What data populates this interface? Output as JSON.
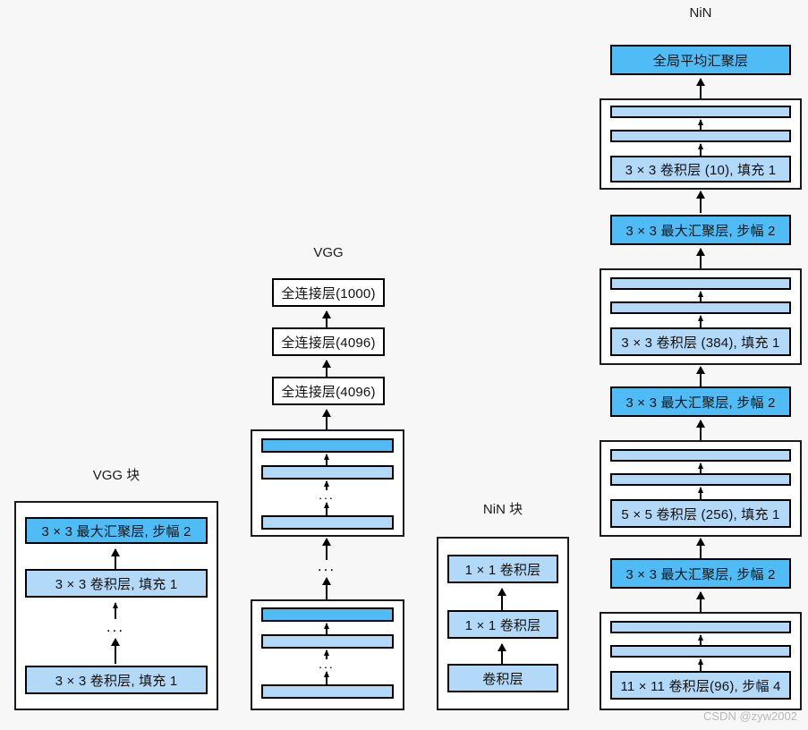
{
  "figure": {
    "background_color": "#f7f7f7",
    "palette": {
      "dark_blue": "#4fbcf5",
      "light_blue": "#b3d9f9",
      "white": "#ffffff",
      "stroke": "#000000",
      "watermark": "#b9b9b9"
    },
    "watermark": "CSDN @zyw2002"
  },
  "vgg_block": {
    "title": "VGG 块",
    "ellipsis": "...",
    "layers": [
      {
        "label": "3 × 3 最大汇聚层, 步幅 2",
        "fill": "dark"
      },
      {
        "label": "3 × 3 卷积层, 填充 1",
        "fill": "light"
      },
      {
        "label": "3 × 3 卷积层, 填充 1",
        "fill": "light"
      }
    ]
  },
  "vgg": {
    "title": "VGG",
    "ellipsis": "...",
    "fc_layers": [
      {
        "label": "全连接层(1000)",
        "fill": "white"
      },
      {
        "label": "全连接层(4096)",
        "fill": "white"
      },
      {
        "label": "全连接层(4096)",
        "fill": "white"
      }
    ],
    "blocks": [
      {
        "name": "upper-vgg-block",
        "bars": [
          {
            "label": "",
            "fill": "dark"
          },
          {
            "label": "",
            "fill": "light"
          },
          {
            "label": "",
            "fill": "light"
          }
        ]
      },
      {
        "name": "lower-vgg-block",
        "bars": [
          {
            "label": "",
            "fill": "dark"
          },
          {
            "label": "",
            "fill": "light"
          },
          {
            "label": "",
            "fill": "light"
          }
        ]
      }
    ]
  },
  "nin_block": {
    "title": "NiN 块",
    "layers": [
      {
        "label": "1 × 1 卷积层",
        "fill": "light"
      },
      {
        "label": "1 × 1 卷积层",
        "fill": "light"
      },
      {
        "label": "卷积层",
        "fill": "light"
      }
    ]
  },
  "nin": {
    "title": "NiN",
    "stack": [
      {
        "kind": "node",
        "label": "全局平均汇聚层",
        "fill": "dark"
      },
      {
        "kind": "block",
        "bars": [
          {
            "label": "",
            "fill": "light"
          },
          {
            "label": "",
            "fill": "light"
          },
          {
            "label": "3 × 3 卷积层 (10), 填充 1",
            "fill": "light"
          }
        ]
      },
      {
        "kind": "node",
        "label": "3 × 3 最大汇聚层, 步幅 2",
        "fill": "dark"
      },
      {
        "kind": "block",
        "bars": [
          {
            "label": "",
            "fill": "light"
          },
          {
            "label": "",
            "fill": "light"
          },
          {
            "label": "3 × 3 卷积层 (384), 填充 1",
            "fill": "light"
          }
        ]
      },
      {
        "kind": "node",
        "label": "3 × 3 最大汇聚层, 步幅 2",
        "fill": "dark"
      },
      {
        "kind": "block",
        "bars": [
          {
            "label": "",
            "fill": "light"
          },
          {
            "label": "",
            "fill": "light"
          },
          {
            "label": "5 × 5 卷积层 (256), 填充 1",
            "fill": "light"
          }
        ]
      },
      {
        "kind": "node",
        "label": "3 × 3 最大汇聚层, 步幅 2",
        "fill": "dark"
      },
      {
        "kind": "block",
        "bars": [
          {
            "label": "",
            "fill": "light"
          },
          {
            "label": "",
            "fill": "light"
          },
          {
            "label": "11 × 11 卷积层(96), 步幅 4",
            "fill": "light"
          }
        ]
      }
    ]
  }
}
